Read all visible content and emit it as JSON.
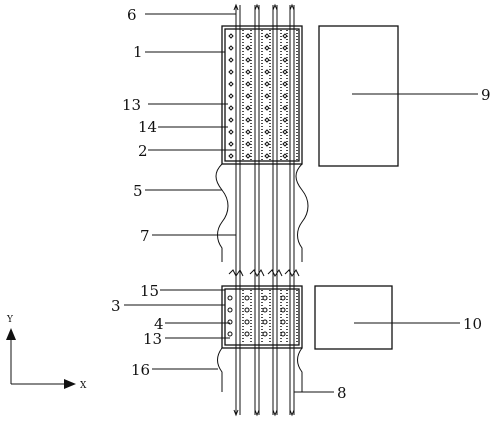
{
  "labels": {
    "l1": "1",
    "l2": "2",
    "l3": "3",
    "l4": "4",
    "l5": "5",
    "l6": "6",
    "l7": "7",
    "l8": "8",
    "l9": "9",
    "l10": "10",
    "l13a": "13",
    "l13b": "13",
    "l14": "14",
    "l15": "15",
    "l16": "16"
  },
  "axes": {
    "y": "Y",
    "x": "X"
  },
  "upper_block": {
    "rows": 11
  },
  "lower_block": {
    "rows": 4
  }
}
